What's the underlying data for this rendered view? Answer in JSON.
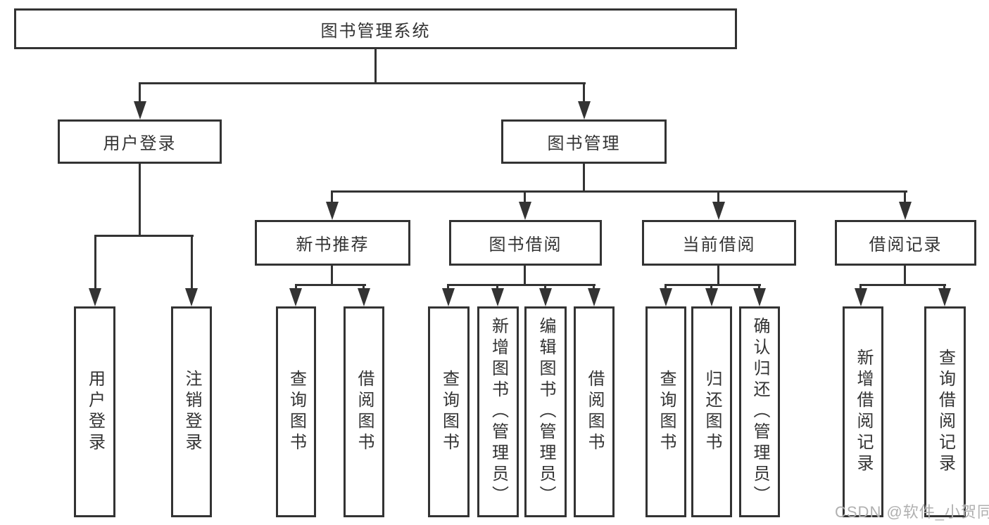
{
  "diagram": {
    "root": {
      "label": "图书管理系统"
    },
    "level2": [
      {
        "label": "用户登录"
      },
      {
        "label": "图书管理"
      }
    ],
    "level3": [
      {
        "label": "新书推荐"
      },
      {
        "label": "图书借阅"
      },
      {
        "label": "当前借阅"
      },
      {
        "label": "借阅记录"
      }
    ],
    "leaves": {
      "user_login": [
        {
          "label": "用户登录"
        },
        {
          "label": "注销登录"
        }
      ],
      "new_book_recommend": [
        {
          "label": "查询图书"
        },
        {
          "label": "借阅图书"
        }
      ],
      "book_borrowing": [
        {
          "label": "查询图书"
        },
        {
          "label": "新增图书（管理员）"
        },
        {
          "label": "编辑图书（管理员）"
        },
        {
          "label": "借阅图书"
        }
      ],
      "current_borrowing": [
        {
          "label": "查询图书"
        },
        {
          "label": "归还图书"
        },
        {
          "label": "确认归还（管理员）"
        }
      ],
      "borrowing_records": [
        {
          "label": "新增借阅记录"
        },
        {
          "label": "查询借阅记录"
        }
      ]
    },
    "watermark": "CSDN @软件_小贺同学",
    "colors": {
      "line": "#333333",
      "text": "#333333",
      "watermark": "#b0b0b0",
      "background": "#ffffff"
    }
  }
}
